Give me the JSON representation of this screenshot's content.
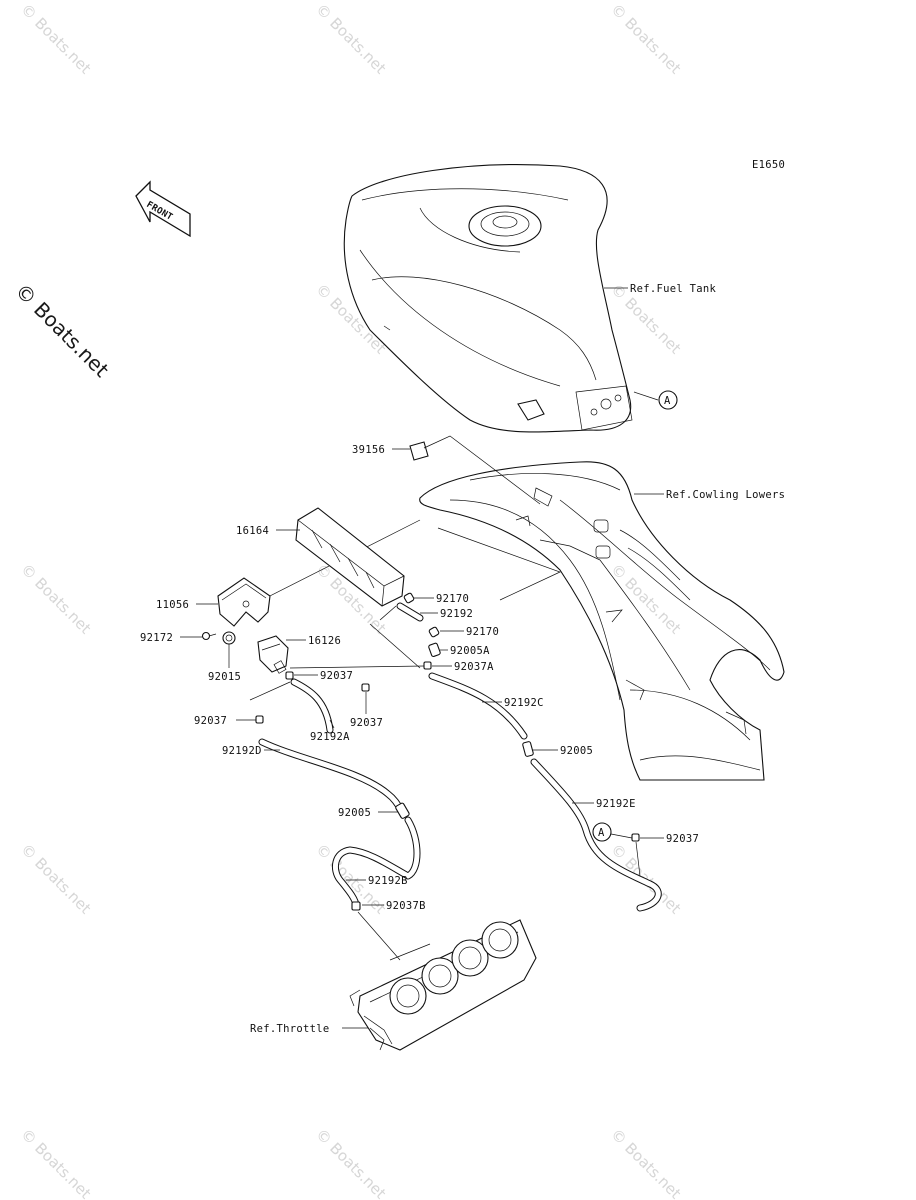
{
  "diagram_code": "E1650",
  "front_label": "FRONT",
  "watermark_text": "© Boats.net",
  "side_watermark": "© Boats.net",
  "ref_labels": {
    "fuel_tank": "Ref.Fuel Tank",
    "cowling_lowers": "Ref.Cowling Lowers",
    "throttle": "Ref.Throttle"
  },
  "callout_marker": "A",
  "parts": {
    "p39156": "39156",
    "p16164": "16164",
    "p11056": "11056",
    "p92172": "92172",
    "p92015": "92015",
    "p16126": "16126",
    "p92170a": "92170",
    "p92192": "92192",
    "p92170b": "92170",
    "p92005A": "92005A",
    "p92037A": "92037A",
    "p92037a": "92037",
    "p92037b": "92037",
    "p92037c": "92037",
    "p92192A": "92192A",
    "p92192C": "92192C",
    "p92192D": "92192D",
    "p92005a": "92005",
    "p92005b": "92005",
    "p92192E": "92192E",
    "p92037d": "92037",
    "p92192B": "92192B",
    "p92037B": "92037B"
  }
}
